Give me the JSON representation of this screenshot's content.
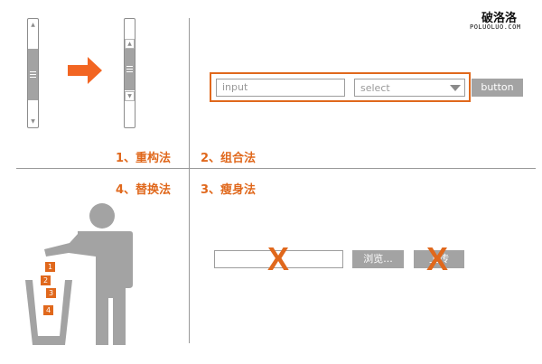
{
  "watermark": {
    "name": "破洛洛",
    "domain": "POLUOLUO.COM"
  },
  "labels": {
    "m1": "1、重构法",
    "m2": "2、组合法",
    "m3": "3、瘦身法",
    "m4": "4、替换法"
  },
  "combo_form": {
    "input_placeholder": "input",
    "select_value": "select",
    "button_label": "button"
  },
  "slim_form": {
    "browse_label": "浏览...",
    "upload_label": "上传",
    "x_mark": "X"
  },
  "trash_items": [
    "1",
    "2",
    "3",
    "4"
  ],
  "colors": {
    "accent": "#e0681c",
    "gray": "#a3a3a3"
  }
}
